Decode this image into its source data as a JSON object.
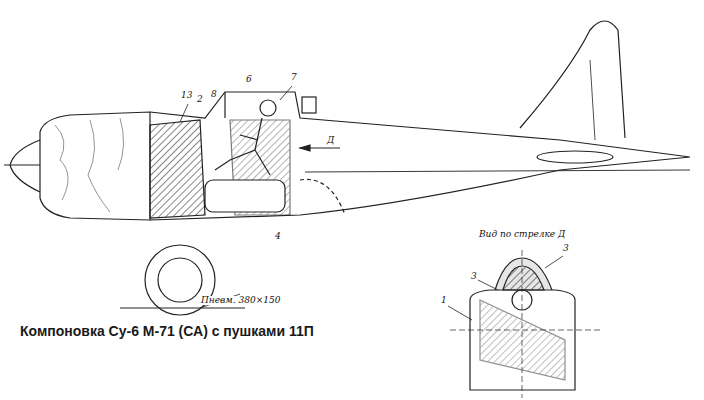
{
  "diagram": {
    "caption": "Компоновка Су-6 М-71 (СА) с пушками 11П",
    "labels": [
      "13",
      "2",
      "8",
      "6",
      "7",
      "Д",
      "4",
      "Вид по стрелке Д",
      "3",
      "3",
      "1",
      "Пневм. 380×150"
    ]
  }
}
